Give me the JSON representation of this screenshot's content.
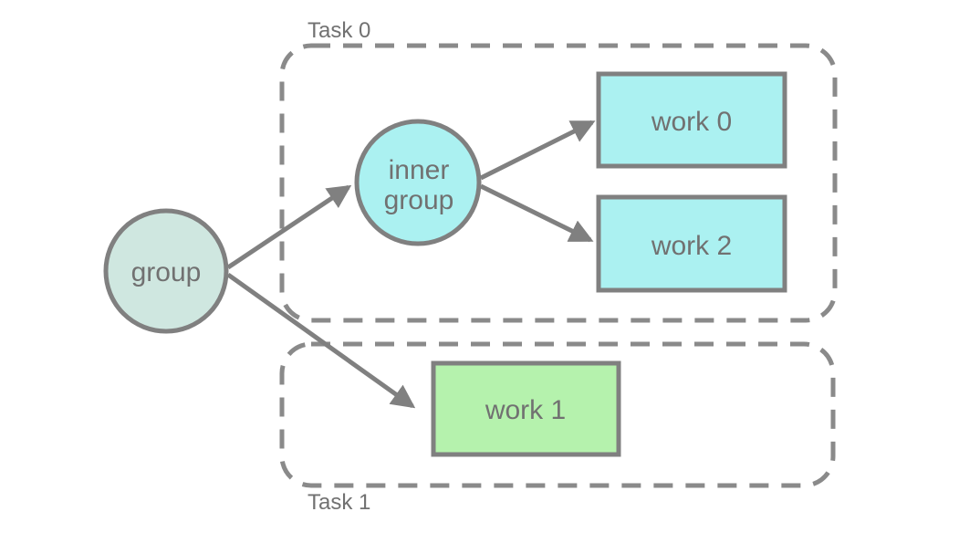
{
  "diagram": {
    "title": "task-group dependency diagram",
    "colors": {
      "border_gray": "#808080",
      "dash_gray": "#8a8a8a",
      "text_gray": "#717171",
      "group_fill": "#cfe7e0",
      "cyan_fill": "#abf1f1",
      "green_fill": "#b5f2ad",
      "background": "#ffffff"
    },
    "containers": [
      {
        "id": "task0",
        "label": "Task 0"
      },
      {
        "id": "task1",
        "label": "Task 1"
      }
    ],
    "nodes": [
      {
        "id": "group",
        "shape": "circle",
        "label": "group"
      },
      {
        "id": "inner-group",
        "shape": "circle",
        "label_line1": "inner",
        "label_line2": "group"
      },
      {
        "id": "work0",
        "shape": "rect",
        "label": "work 0"
      },
      {
        "id": "work2",
        "shape": "rect",
        "label": "work 2"
      },
      {
        "id": "work1",
        "shape": "rect",
        "label": "work 1"
      }
    ],
    "edges": [
      {
        "from": "group",
        "to": "inner-group"
      },
      {
        "from": "group",
        "to": "work1"
      },
      {
        "from": "inner-group",
        "to": "work0"
      },
      {
        "from": "inner-group",
        "to": "work2"
      }
    ]
  }
}
